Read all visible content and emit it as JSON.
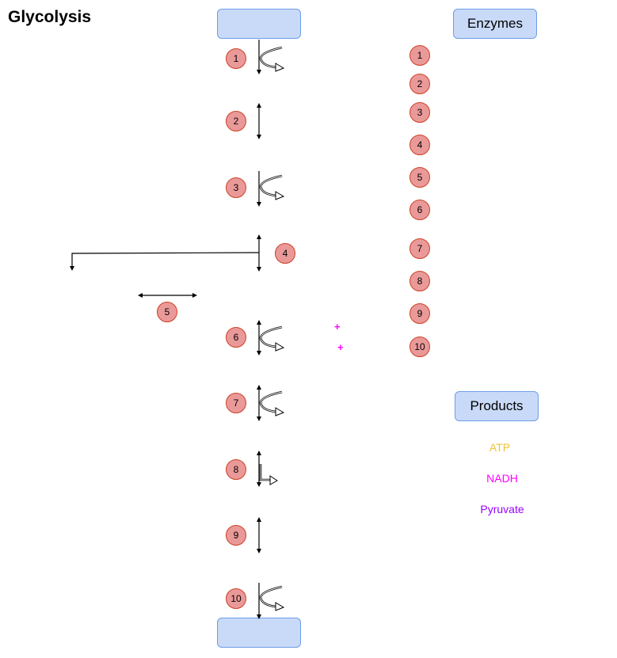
{
  "title": "Glycolysis",
  "enzymes_label": "Enzymes",
  "products_label": "Products",
  "step_badges": [
    "1",
    "2",
    "3",
    "4",
    "5",
    "6",
    "7",
    "8",
    "9",
    "10"
  ],
  "enzyme_badges": [
    "1",
    "2",
    "3",
    "4",
    "5",
    "6",
    "7",
    "8",
    "9",
    "10"
  ],
  "products": [
    {
      "label": "ATP",
      "color": "#f1c232"
    },
    {
      "label": "NADH",
      "color": "#ff00ff"
    },
    {
      "label": "Pyruvate",
      "color": "#9900ff"
    }
  ],
  "plus_signs": [
    "+",
    "+"
  ],
  "colors": {
    "box_fill": "#c9daf8",
    "box_border": "#6d9eeb",
    "badge_fill": "#ea9999",
    "badge_border": "#cc4125",
    "nadh": "#ff00ff"
  }
}
